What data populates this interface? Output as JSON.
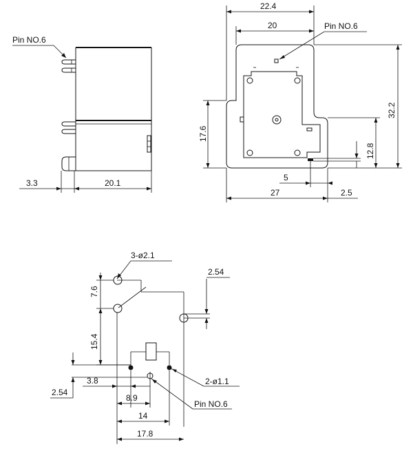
{
  "side_view": {
    "pin_label": "Pin NO.6",
    "dim_left": "3.3",
    "dim_width": "20.1"
  },
  "top_view": {
    "pin_label": "Pin NO.6",
    "dim_top_outer": "22.4",
    "dim_top_inner": "20",
    "dim_height_total": "32.2",
    "dim_height_left": "17.6",
    "dim_height_right": "12.8",
    "dim_pin_offset": "5",
    "dim_bottom_width": "27",
    "dim_bottom_right": "2.5"
  },
  "pin_layout": {
    "hole_label": "3-ø2.1",
    "small_hole_label": "2-ø1.1",
    "pin_label": "Pin NO.6",
    "dim_7_6": "7.6",
    "dim_2_54_top": "2.54",
    "dim_15_4": "15.4",
    "dim_3_8": "3.8",
    "dim_2_54_left": "2.54",
    "dim_8_9": "8.9",
    "dim_14": "14",
    "dim_17_8": "17.8"
  }
}
